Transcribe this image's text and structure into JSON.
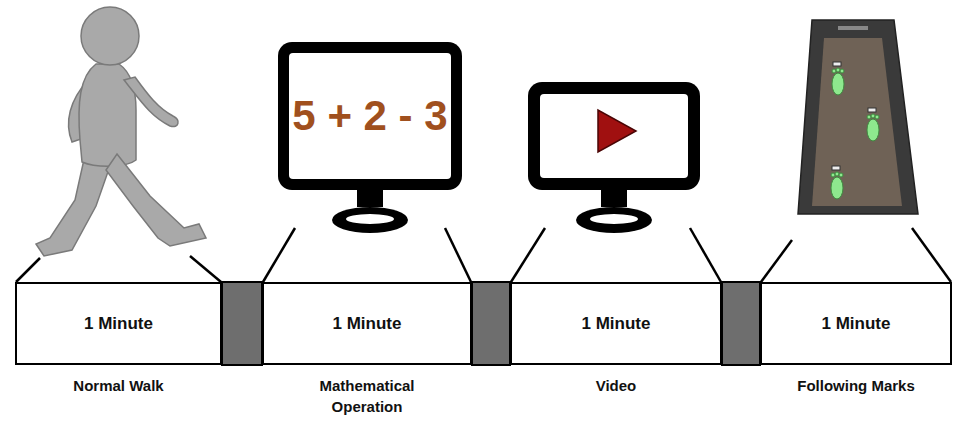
{
  "diagram": {
    "nodes": [
      {
        "text": [
          "1 Minute",
          "Normal Walk"
        ]
      },
      {
        "text": [
          "1 Minute",
          "Mathematical Operation"
        ]
      },
      {
        "text": [
          "1 Minute",
          "Video"
        ]
      },
      {
        "text": [
          "1 Minute",
          "Following Marks"
        ]
      }
    ],
    "labels": [
      "5 + 2 - 3"
    ]
  }
}
